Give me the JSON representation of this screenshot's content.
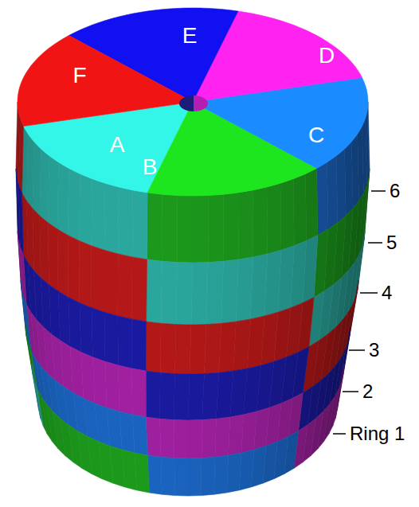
{
  "diagram": {
    "nodes": [
      {
        "text": [
          "A"
        ]
      },
      {
        "text": [
          "B"
        ]
      },
      {
        "text": [
          "C"
        ]
      },
      {
        "text": [
          "D"
        ]
      },
      {
        "text": [
          "E"
        ]
      },
      {
        "text": [
          "F"
        ]
      }
    ],
    "labels": [
      "6",
      "5",
      "4",
      "3",
      "2",
      "Ring 1"
    ]
  }
}
